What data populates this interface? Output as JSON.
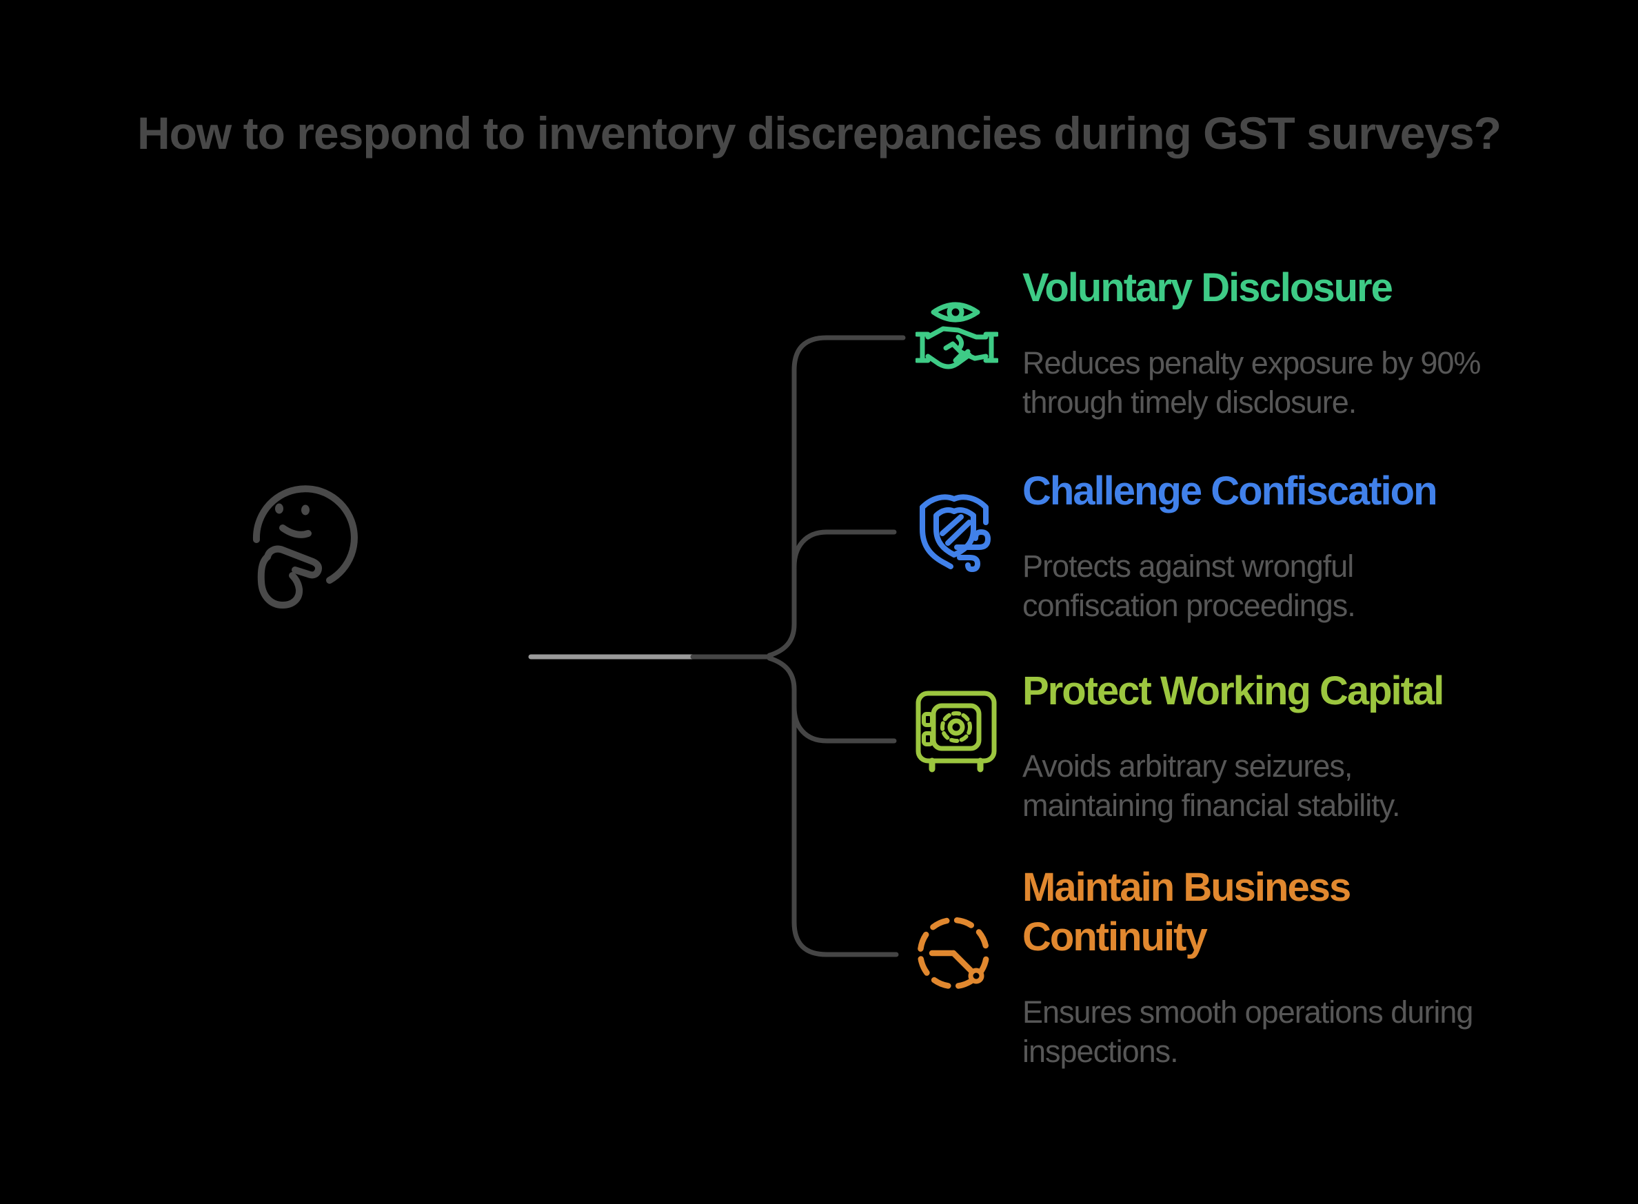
{
  "title": "How to respond to inventory discrepancies during GST surveys?",
  "colors": {
    "background": "#000000",
    "title": "#484848",
    "connector": "#454545",
    "connector_light": "#9a9a9a",
    "description": "#575757",
    "thinker": "#4a4a4a"
  },
  "thinker": {
    "icon": "thinking-face-icon"
  },
  "items": [
    {
      "title_lines": [
        "Voluntary Disclosure"
      ],
      "color": "#3ecb86",
      "icon": "eye-over-handshake-icon",
      "desc_lines": [
        "Reduces penalty exposure by 90%",
        "through timely disclosure."
      ]
    },
    {
      "title_lines": [
        "Challenge Confiscation"
      ],
      "color": "#4181ea",
      "icon": "shield-stripes-wind-icon",
      "desc_lines": [
        "Protects against wrongful",
        "confiscation proceedings."
      ]
    },
    {
      "title_lines": [
        "Protect Working Capital"
      ],
      "color": "#9cc63f",
      "icon": "safe-vault-icon",
      "desc_lines": [
        "Avoids arbitrary seizures,",
        "maintaining financial stability."
      ]
    },
    {
      "title_lines": [
        "Maintain Business",
        "Continuity"
      ],
      "color": "#e1882f",
      "icon": "dashed-clock-icon",
      "desc_lines": [
        "Ensures smooth operations during",
        "inspections."
      ]
    }
  ]
}
